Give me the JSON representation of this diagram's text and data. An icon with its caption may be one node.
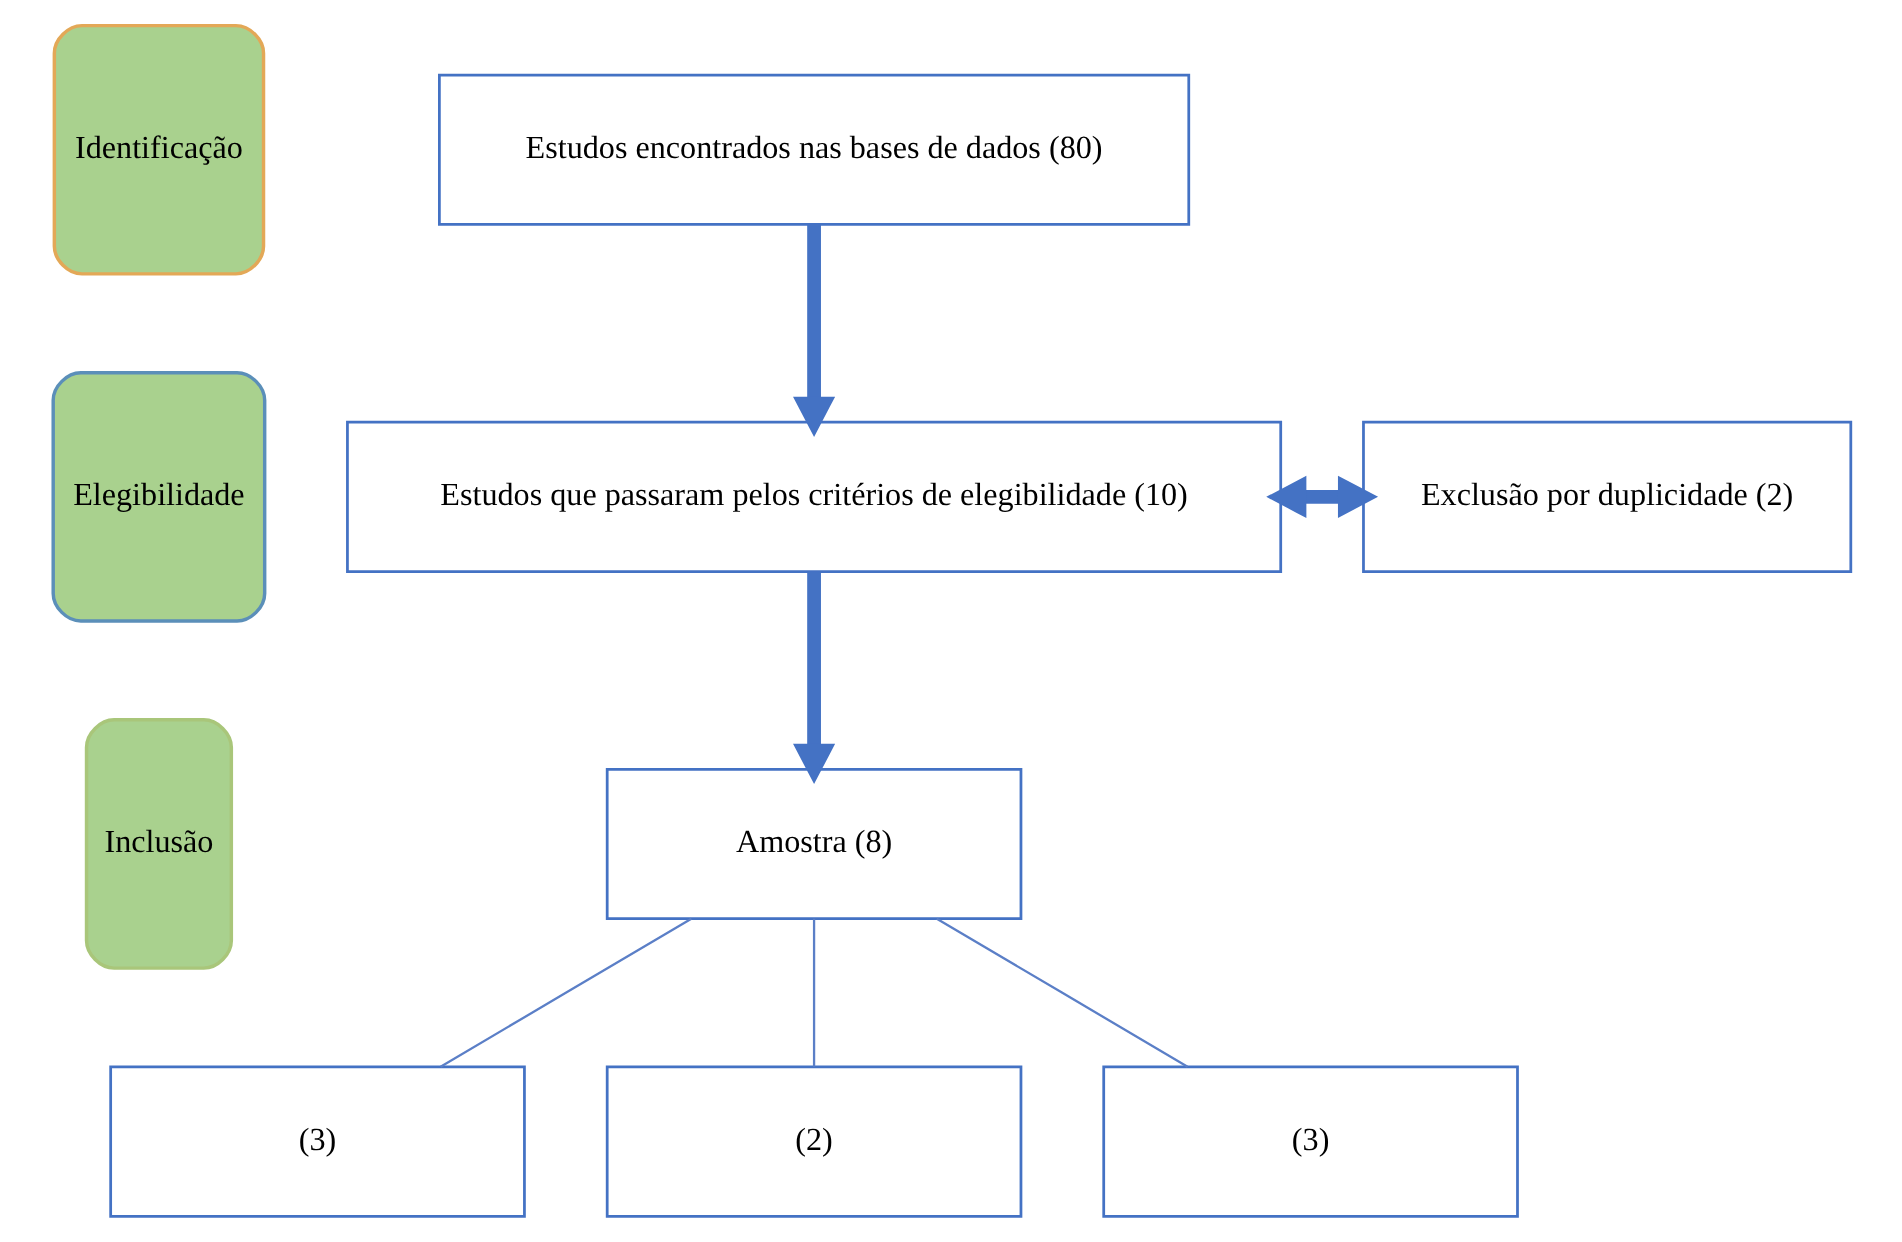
{
  "diagram": {
    "nodes": [
      {
        "text": [
          "Identificação"
        ]
      },
      {
        "text": [
          "Estudos encontrados nas bases de dados (80)"
        ]
      },
      {
        "text": [
          "Elegibilidade"
        ]
      },
      {
        "text": [
          "Estudos que passaram pelos critérios de elegibilidade (10)"
        ]
      },
      {
        "text": [
          "Exclusão por duplicidade (2)"
        ]
      },
      {
        "text": [
          "Inclusão"
        ]
      },
      {
        "text": [
          "Amostra (8)"
        ]
      },
      {
        "text": [
          "(3)"
        ]
      },
      {
        "text": [
          "(2)"
        ]
      },
      {
        "text": [
          "(3)"
        ]
      }
    ],
    "edges": [
      {
        "from": 1,
        "to": 3,
        "arrow": "to",
        "style": "thick"
      },
      {
        "from": 3,
        "to": 4,
        "arrow": "both",
        "style": "thick"
      },
      {
        "from": 3,
        "to": 6,
        "arrow": "to",
        "style": "thick"
      },
      {
        "from": 6,
        "to": 7,
        "arrow": "none",
        "color": "#5b7fc7"
      },
      {
        "from": 6,
        "to": 8,
        "arrow": "none",
        "color": "#5b7fc7"
      },
      {
        "from": 6,
        "to": 9,
        "arrow": "none",
        "color": "#5b7fc7"
      }
    ]
  }
}
